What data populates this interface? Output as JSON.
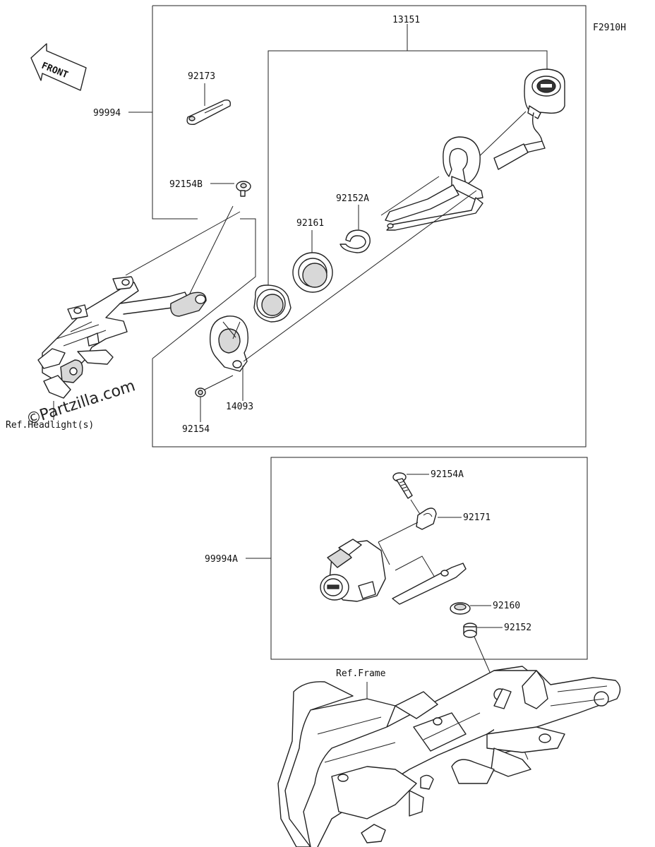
{
  "diagram_code": "F2910H",
  "front_label": "FRONT",
  "watermark": "Partzilla.com",
  "watermark_symbol": "©",
  "refs": {
    "headlight": "Ref.Headlight(s)",
    "frame": "Ref.Frame"
  },
  "parts": {
    "p13151": "13151",
    "p99994": "99994",
    "p92173": "92173",
    "p92154B": "92154B",
    "p92152A": "92152A",
    "p92161": "92161",
    "p14093": "14093",
    "p92154": "92154",
    "p92154A": "92154A",
    "p92171": "92171",
    "p99994A": "99994A",
    "p92160": "92160",
    "p92152": "92152"
  }
}
